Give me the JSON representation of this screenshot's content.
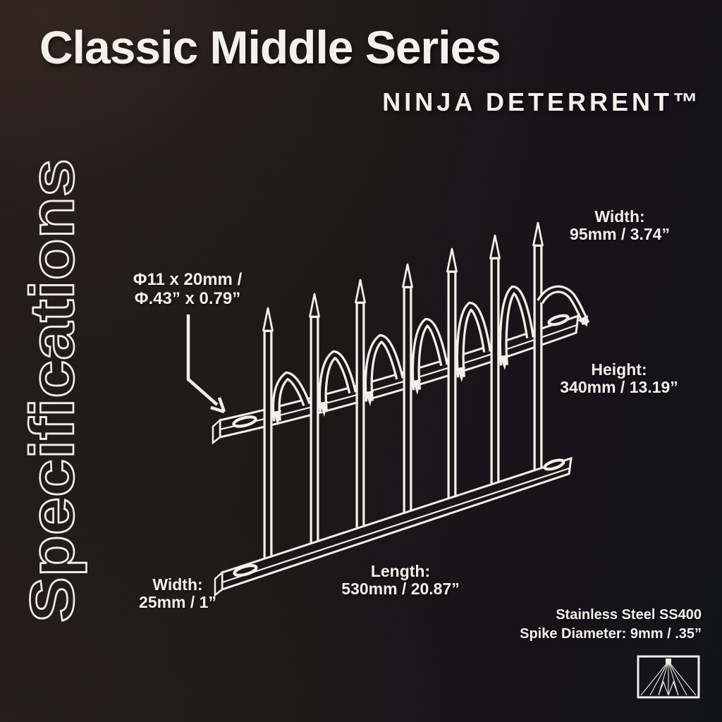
{
  "header": {
    "title": "Classic Middle Series",
    "brand": "NINJA DETERRENT™"
  },
  "side": {
    "vertical_label": "Specifications"
  },
  "annotations": {
    "bolt_hole": {
      "line1": "Φ11 x 20mm /",
      "line2": "Φ.43” x 0.79”"
    },
    "width_top": {
      "label": "Width:",
      "value": "95mm / 3.74”"
    },
    "height": {
      "label": "Height:",
      "value": "340mm / 13.19”"
    },
    "width_bottom": {
      "label": "Width:",
      "value": "25mm / 1”"
    },
    "length": {
      "label": "Length:",
      "value": "530mm / 20.87”"
    }
  },
  "footer": {
    "material": "Stainless Steel SS400",
    "spike_diameter": "Spike Diameter: 9mm / .35”"
  },
  "logo": {
    "icon": "fan-spikes-logo"
  },
  "colors": {
    "text": "#f3f0ec",
    "line": "#f2efeb",
    "background_warm": "#261d1a",
    "background_cool": "#13141b"
  }
}
